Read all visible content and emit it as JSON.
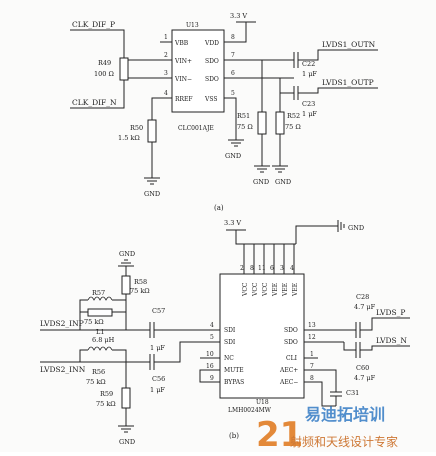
{
  "diagram_a": {
    "caption": "(a)",
    "supply": "3.3  V",
    "ic_ref": "U13",
    "ic_part": "CLC001AJE",
    "pins_left": [
      "VBB",
      "VIN+",
      "VIN−",
      "RREF"
    ],
    "pins_right": [
      "VDD",
      "SDO",
      "SDO",
      "VSS"
    ],
    "pin_nums_left": [
      "1",
      "2",
      "3",
      "4"
    ],
    "pin_nums_right": [
      "8",
      "7",
      "6",
      "5"
    ],
    "input_p": "CLK_DIF_P",
    "input_n": "CLK_DIF_N",
    "r_in_ref": "R49",
    "r_in_val": "100  Ω",
    "r_ref_ref": "R50",
    "r_ref_val": "1.5  kΩ",
    "r51_ref": "R51",
    "r51_val": "75  Ω",
    "r52_ref": "R52",
    "r52_val": "75  Ω",
    "c_top_ref": "C22",
    "c_top_val": "1  μF",
    "c_bot_ref": "C23",
    "c_bot_val": "1  μF",
    "out_n": "LVDS1_OUTN",
    "out_p": "LVDS1_OUTP",
    "gnd": "GND"
  },
  "diagram_b": {
    "caption": "(b)",
    "supply": "3.3  V",
    "gnd_top": "GND",
    "ic_ref": "U18",
    "ic_part": "LMH0024MW",
    "top_pins": [
      "VCC",
      "VCC",
      "VCC",
      "VEE",
      "VEE",
      "VEE"
    ],
    "top_pin_nums": [
      "2",
      "8",
      "11",
      "6",
      "3",
      "4"
    ],
    "pins_left": [
      "SDI",
      "SDI",
      "NC",
      "MUTE",
      "BYPAS"
    ],
    "pin_nums_left": [
      "4",
      "5",
      "10",
      "16",
      "9"
    ],
    "pins_right": [
      "SDO",
      "SDO",
      "CLI",
      "AEC+",
      "AEC−"
    ],
    "pin_nums_right": [
      "13",
      "12",
      "1",
      "7",
      "8"
    ],
    "r57_ref": "R57",
    "r57_val": "75  kΩ",
    "r58_ref": "R58",
    "r58_val": "75  kΩ",
    "l1_ref": "L1",
    "l1_val": "6.8  μH",
    "r56_ref": "R56",
    "r56_val": "75  kΩ",
    "r59_ref": "R59",
    "r59_val": "75  kΩ",
    "c57_ref": "C57",
    "c57_val": "1  μF",
    "c56_ref": "C56",
    "c56_val": "1  μF",
    "in_p": "LVDS2_INP",
    "in_n": "LVDS2_INN",
    "c28_ref": "C28",
    "c28_val": "4.7  μF",
    "c60_ref": "C60",
    "c60_val": "4.7  μF",
    "c31_ref": "C31",
    "out_p": "LVDS_P",
    "out_n": "LVDS_N",
    "gnd": "GND"
  },
  "watermark": {
    "big": "21",
    "top": "易迪拓培训",
    "bottom": "射频和天线设计专家"
  }
}
